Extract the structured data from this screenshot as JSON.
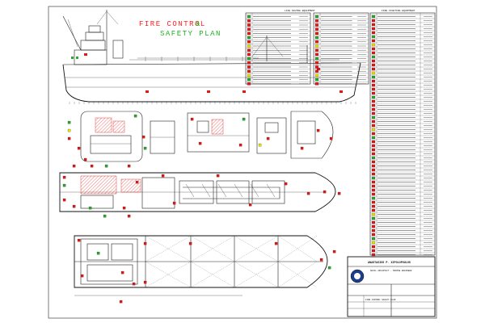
{
  "drawing": {
    "title_part1": "FIRE CONTROL",
    "title_amp": "&",
    "title_part2": "SAFETY PLAN",
    "colors": {
      "title_red": "#ff2020",
      "title_green": "#22b022",
      "symbol_red": "#e01818",
      "symbol_green": "#2aa82a",
      "symbol_yellow": "#e8e000",
      "ink": "#222222",
      "logo_blue": "#1e3c8c"
    }
  },
  "legend": {
    "left_header": "LIFE SAVING EQUIPMENT",
    "right_header": "FIRE FIGHTING EQUIPMENT"
  },
  "title_block": {
    "company": "ANASTASIOS P. XIPOLOPOULOS",
    "subtitle": "NAVAL ARCHITECT · MARINE ENGINEER",
    "sheet_name": "FIRE CONTROL SAFETY PLAN"
  }
}
